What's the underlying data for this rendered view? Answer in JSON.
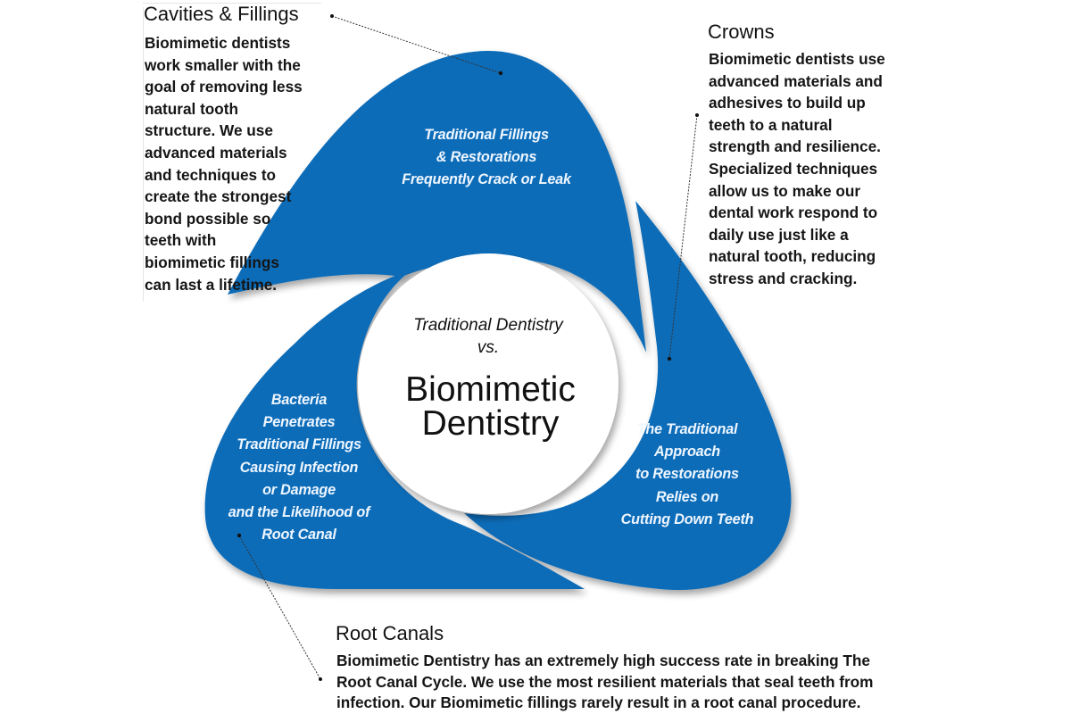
{
  "colors": {
    "petal_blue": "#0a6cb8",
    "petal_text": "#eef6ff",
    "text_dark": "#111111",
    "leader_line": "#333333",
    "background": "#ffffff"
  },
  "center": {
    "subtitle_lines": [
      "Traditional Dentistry",
      "vs."
    ],
    "title_lines": [
      "Biomimetic",
      "Dentistry"
    ]
  },
  "petals": {
    "top": {
      "lines": [
        "Traditional Fillings",
        "& Restorations",
        "Frequently Crack or Leak"
      ]
    },
    "right": {
      "lines": [
        "The Traditional",
        "Approach",
        "to Restorations",
        "Relies on",
        "Cutting Down Teeth"
      ]
    },
    "left": {
      "lines": [
        "Bacteria",
        "Penetrates",
        "Traditional Fillings",
        "Causing Infection",
        "or Damage",
        "and the Likelihood of",
        "Root Canal"
      ]
    }
  },
  "callouts": {
    "cavities": {
      "title": "Cavities & Fillings",
      "lines": [
        "Biomimetic dentists",
        "work smaller with the",
        "goal of removing less",
        "natural tooth",
        "structure. We use",
        "advanced materials",
        "and techniques to",
        "create the strongest",
        "bond possible so",
        "teeth with",
        "biomimetic fillings",
        "can last a lifetime."
      ]
    },
    "crowns": {
      "title": "Crowns",
      "lines": [
        "Biomimetic dentists use",
        "advanced materials and",
        "adhesives to build up",
        "teeth to a natural",
        "strength and resilience.",
        "Specialized techniques",
        "allow us to make our",
        "dental work respond to",
        "daily use just like a",
        "natural tooth, reducing",
        "stress and cracking."
      ]
    },
    "root_canals": {
      "title": "Root Canals",
      "lines": [
        "Biomimetic Dentistry has an extremely high success rate in breaking The",
        "Root Canal Cycle.  We use the most resilient materials that seal teeth from",
        "infection.  Our Biomimetic fillings rarely result in a root canal procedure."
      ]
    }
  }
}
